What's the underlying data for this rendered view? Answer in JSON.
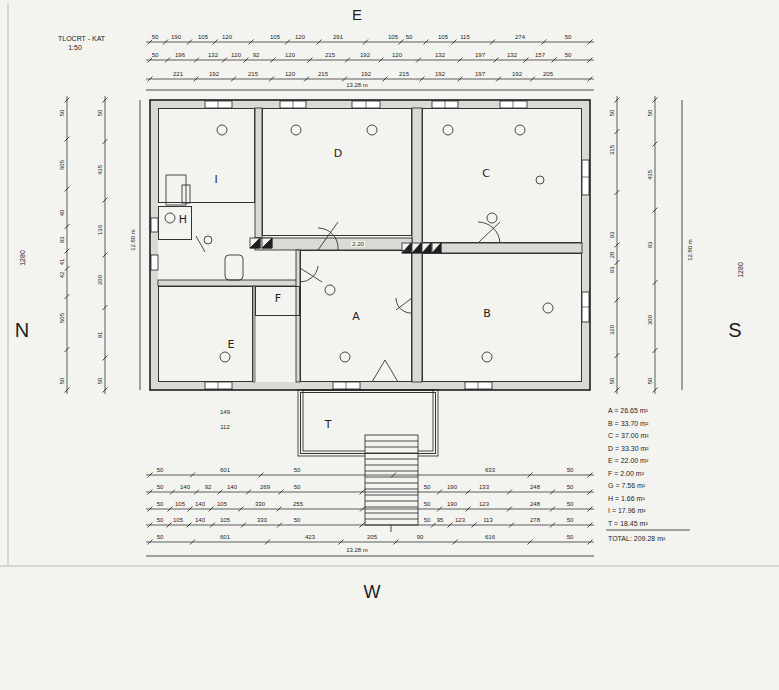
{
  "diagram": {
    "title": "TLOCRT - KAT",
    "nodes": [
      {
        "text": [
          "I"
        ]
      },
      {
        "text": [
          "H"
        ]
      },
      {
        "text": [
          "D"
        ]
      },
      {
        "text": [
          "C"
        ]
      },
      {
        "text": [
          "F"
        ]
      },
      {
        "text": [
          "A"
        ]
      },
      {
        "text": [
          "B"
        ]
      },
      {
        "text": [
          "E"
        ]
      },
      {
        "text": [
          "T"
        ]
      }
    ],
    "edges": [],
    "labels": [
      "1:50",
      "E",
      "N",
      "S",
      "W",
      "50",
      "190",
      "105",
      "120",
      "105",
      "120",
      "291",
      "105",
      "50",
      "105",
      "115",
      "274",
      "50",
      "50",
      "196",
      "132",
      "120",
      "92",
      "120",
      "215",
      "192",
      "120",
      "132",
      "197",
      "132",
      "157",
      "50",
      "221",
      "192",
      "215",
      "120",
      "215",
      "192",
      "215",
      "192",
      "197",
      "192",
      "205",
      "13.28 m",
      "1280",
      "12.80 m",
      "50",
      "605",
      "40",
      "93",
      "41",
      "42",
      "505",
      "50",
      "50",
      "435",
      "136",
      "200",
      "91",
      "50",
      "1280",
      "12.80 m",
      "50",
      "315",
      "93",
      "28",
      "93",
      "320",
      "50",
      "50",
      "435",
      "93",
      "300",
      "50",
      "149",
      "112",
      "50",
      "601",
      "50",
      "633",
      "50",
      "50",
      "140",
      "92",
      "140",
      "269",
      "50",
      "50",
      "190",
      "133",
      "248",
      "50",
      "50",
      "105",
      "140",
      "105",
      "330",
      "255",
      "50",
      "190",
      "123",
      "248",
      "50",
      "50",
      "105",
      "140",
      "105",
      "330",
      "50",
      "50",
      "95",
      "123",
      "113",
      "278",
      "50",
      "50",
      "601",
      "423",
      "205",
      "90",
      "616",
      "50",
      "13.28 m",
      "2.20",
      "A = 26.65 m²",
      "B = 33.70 m²",
      "C = 37.00 m²",
      "D = 33.30 m²",
      "E = 22.00 m²",
      "F = 2.00 m²",
      "G = 7.56 m²",
      "H = 1.66 m²",
      "I = 17.96 m²",
      "T = 18.45 m²",
      "TOTAL: 209.28 m²"
    ]
  }
}
